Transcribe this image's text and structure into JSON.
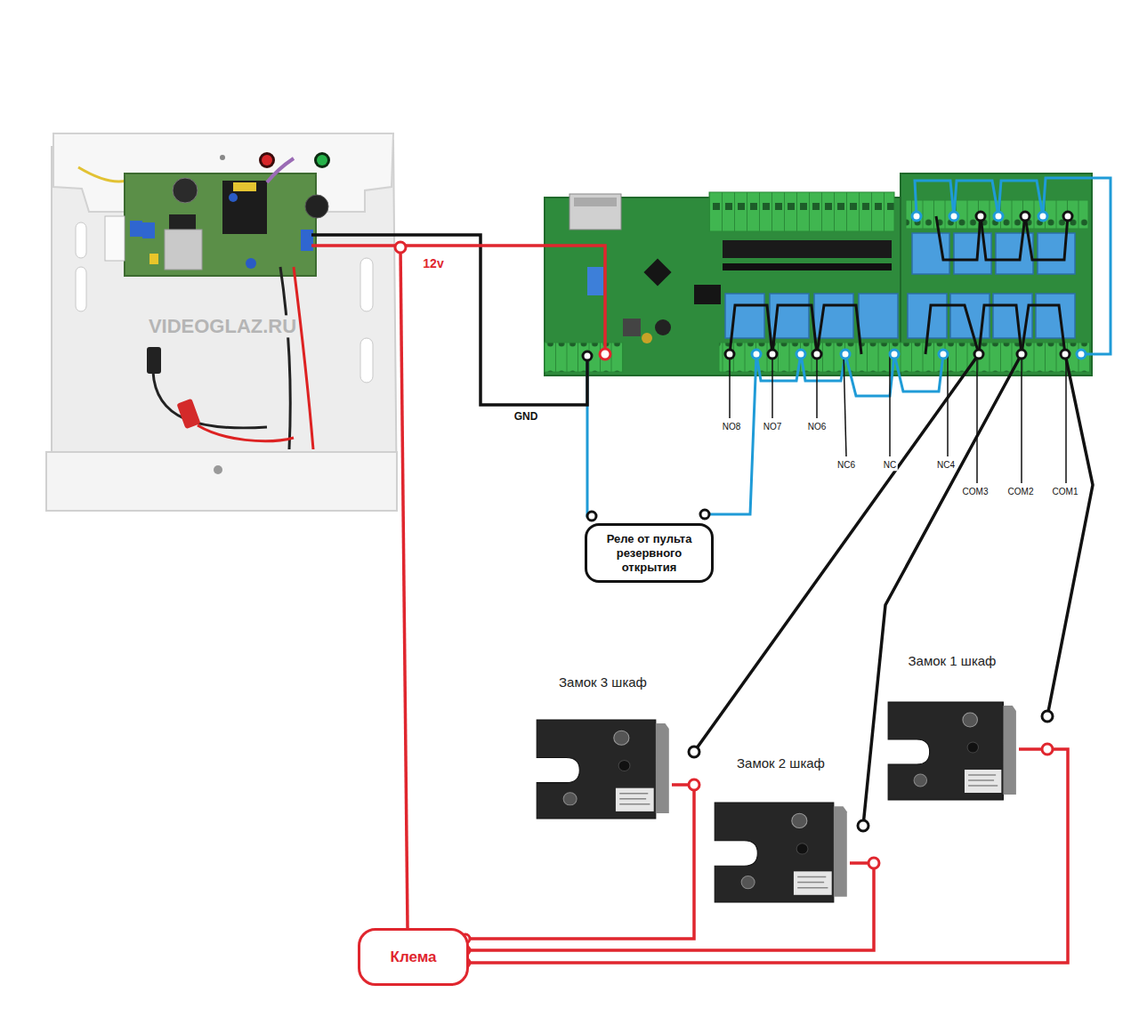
{
  "diagram": {
    "nodes": [
      {
        "text": [
          "Реле от пульта резервного открытия"
        ]
      },
      {
        "text": [
          "Замок 1 шкаф"
        ]
      },
      {
        "text": [
          "Замок 3 шкаф"
        ]
      },
      {
        "text": [
          "Замок 2 шкаф"
        ]
      },
      {
        "text": [
          "Клема"
        ]
      }
    ],
    "edges": [
      {
        "from": 4,
        "to": 2,
        "arrow": "none"
      },
      {
        "from": 4,
        "to": 3,
        "arrow": "none"
      },
      {
        "from": 4,
        "to": 1,
        "arrow": "none"
      }
    ],
    "labels": [
      "VIDEOGLAZ.RU",
      "12v",
      "GND",
      "NO8",
      "NO7",
      "NO6",
      "NC6",
      "NC",
      "NC4",
      "COM3",
      "COM2",
      "COM1"
    ]
  }
}
